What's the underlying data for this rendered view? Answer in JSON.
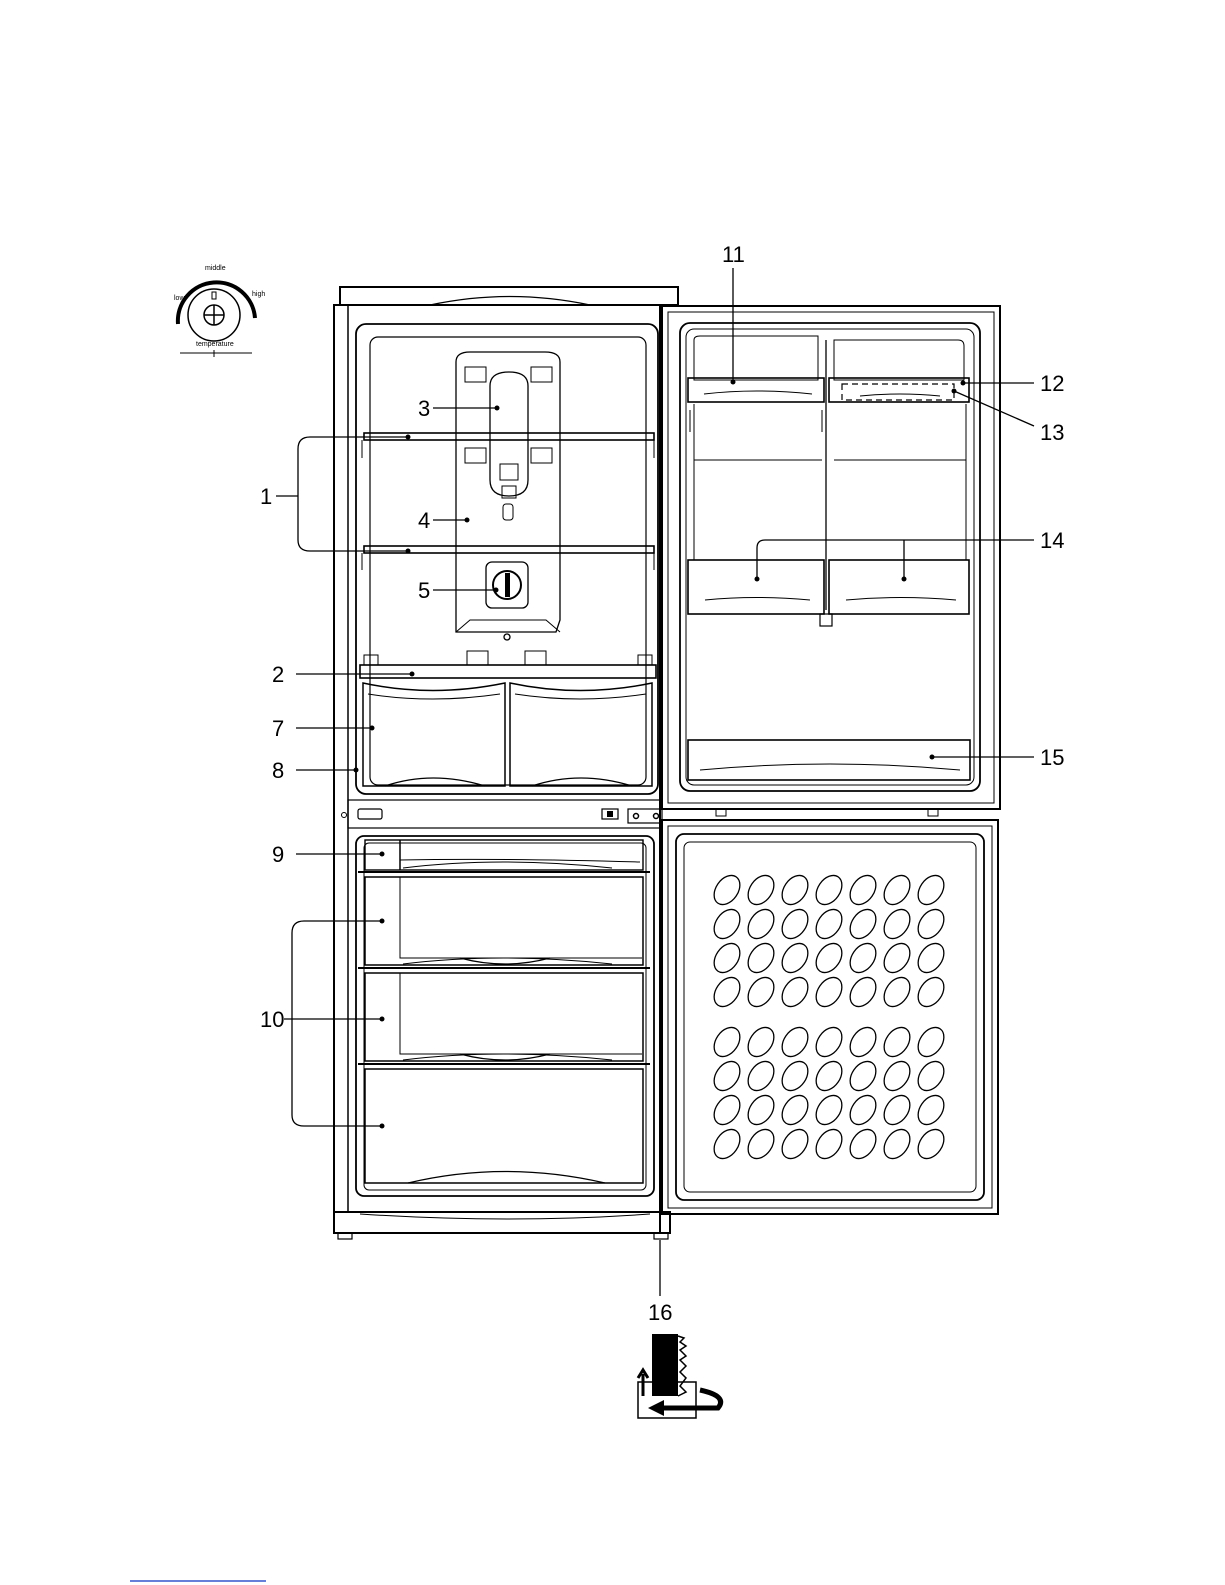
{
  "callouts": [
    {
      "id": "1",
      "label": "1"
    },
    {
      "id": "2",
      "label": "2"
    },
    {
      "id": "3",
      "label": "3"
    },
    {
      "id": "4",
      "label": "4"
    },
    {
      "id": "5",
      "label": "5"
    },
    {
      "id": "7",
      "label": "7"
    },
    {
      "id": "8",
      "label": "8"
    },
    {
      "id": "9",
      "label": "9"
    },
    {
      "id": "10",
      "label": "10"
    },
    {
      "id": "11",
      "label": "11"
    },
    {
      "id": "12",
      "label": "12"
    },
    {
      "id": "13",
      "label": "13"
    },
    {
      "id": "14",
      "label": "14"
    },
    {
      "id": "15",
      "label": "15"
    },
    {
      "id": "16",
      "label": "16"
    }
  ],
  "thermostat_dial": {
    "low": "low",
    "middle": "middle",
    "high": "high",
    "caption": "temperature"
  }
}
